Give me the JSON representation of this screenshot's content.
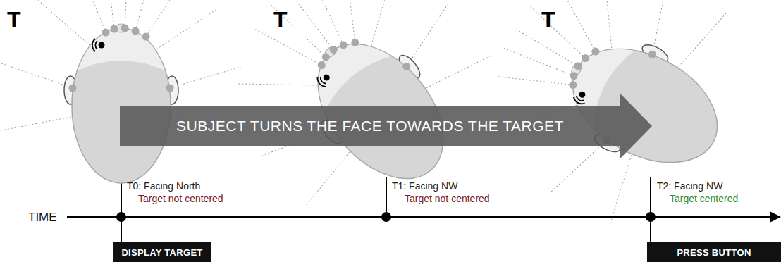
{
  "diagram": {
    "nodes": [
      {
        "text": [
          "SUBJECT TURNS THE FACE TOWARDS THE TARGET"
        ]
      },
      {
        "text": [
          "DISPLAY TARGET"
        ]
      },
      {
        "text": [
          "PRESS BUTTON"
        ]
      }
    ],
    "labels": [
      "T",
      "T",
      "T",
      "T0: Facing North",
      "Target not centered",
      "T1: Facing NW",
      "Target not centered",
      "T2: Facing NW",
      "Target centered",
      "TIME"
    ]
  }
}
